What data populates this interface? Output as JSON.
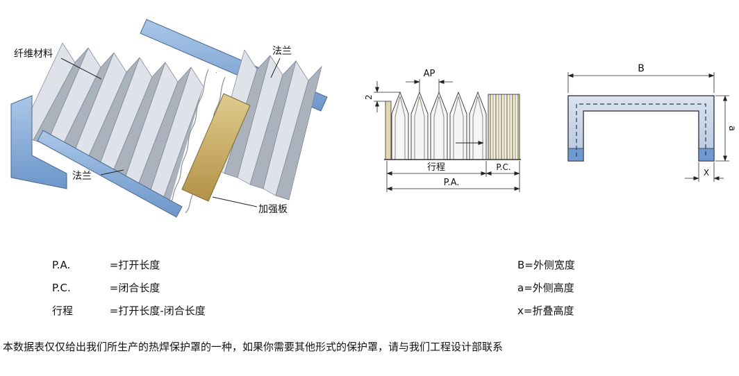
{
  "illustration": {
    "labels": {
      "fiber_material": "纤维材料",
      "flange_top": "法兰",
      "flange_bottom": "法兰",
      "reinforcement_plate": "加强板"
    }
  },
  "profile_diagram": {
    "ap_label": "AP",
    "edge_label": "2",
    "stroke_label": "行程",
    "pc_label": "P.C.",
    "pa_label": "P.A."
  },
  "section_diagram": {
    "b_label": "B",
    "a_label": "a",
    "x_label": "X"
  },
  "legend": {
    "left": [
      {
        "term": "P.A.",
        "desc": "=打开长度"
      },
      {
        "term": "P.C.",
        "desc": "=闭合长度"
      },
      {
        "term": "行程",
        "desc": "=打开长度-闭合长度"
      }
    ],
    "right": [
      "B=外侧宽度",
      "a=外侧高度",
      "x=折叠高度"
    ]
  },
  "footnote": "本数据表仅仅给出我们所生产的热焊保护罩的一种，如果你需要其他形式的保护罩，请与我们工程设计部联系",
  "colors": {
    "flange_blue": "#7fa6d6",
    "flange_blue_dark": "#6d96c9",
    "plate_gold": "#c9ad62",
    "pleat_light": "#dfe3e9",
    "pleat_dark": "#aab2bd",
    "outline": "#222222"
  }
}
